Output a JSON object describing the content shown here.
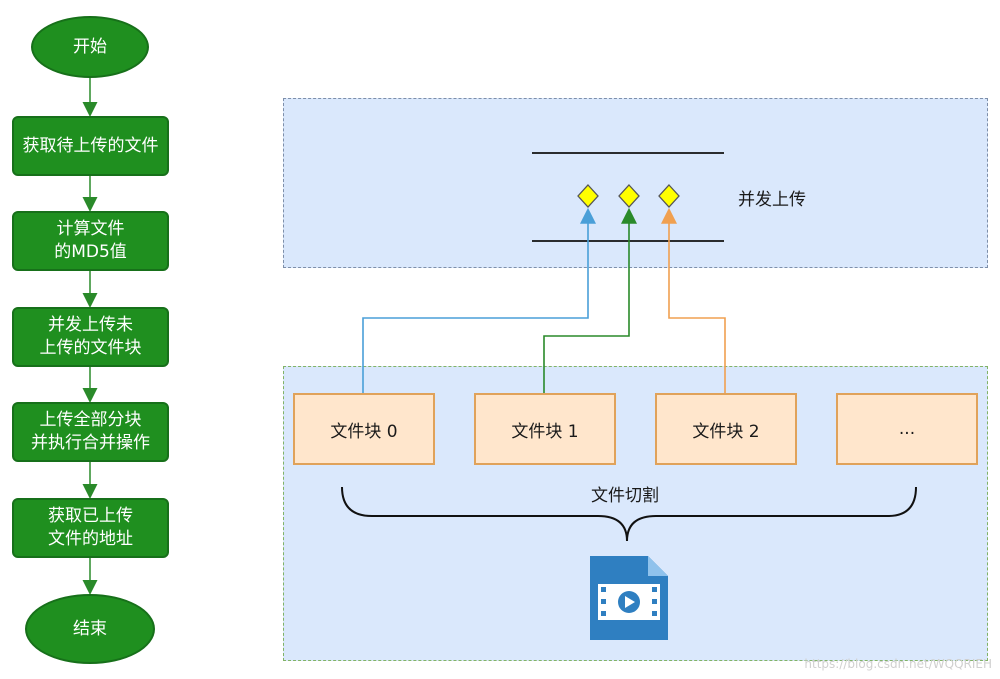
{
  "flow": {
    "start": "开始",
    "steps": [
      "获取待上传的文件",
      "计算文件\n的MD5值",
      "并发上传未\n上传的文件块",
      "上传全部分块\n并执行合并操作",
      "获取已上传\n文件的地址"
    ],
    "end": "结束"
  },
  "upload_panel": {
    "label": "并发上传"
  },
  "chunks": [
    "文件块 0",
    "文件块 1",
    "文件块 2",
    "..."
  ],
  "split_label": "文件切割",
  "watermark": "https://blog.csdn.net/WQQRIEH",
  "colors": {
    "flow_fill": "#1f8f1f",
    "panel_fill": "#dae8fc",
    "chunk_fill": "#ffe6cc",
    "diamond_fill": "#ffff00",
    "arrow_blue": "#4a9fd8",
    "arrow_green": "#2a8a2a",
    "arrow_orange": "#f0a050",
    "icon_blue": "#2f7fc1"
  },
  "icons": [
    "video-file-icon"
  ]
}
